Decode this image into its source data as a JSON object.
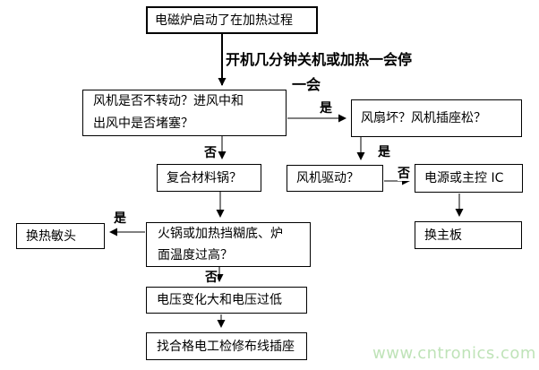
{
  "flow": {
    "nodes": {
      "start": "电磁炉启动了在加热过程",
      "fan_check": "风机是否不转动？进风中和\n出风中是否堵塞？",
      "fan_broken": "风扇坏？风机插座松？",
      "fan_drive": "风机驱动？",
      "power_ic": "电源或主控 IC",
      "composite_pot": "复合材料锅？",
      "replace_sensor": "换热敏头",
      "hotpot": "火锅或加热挡糊底、炉\n面温度过高？",
      "replace_mainboard": "换主板",
      "voltage": "电压变化大和电压过低",
      "electrician": "找合格电工检修布线插座"
    },
    "condition_note": {
      "line1": "开机几分钟关机或加热一会停",
      "line2": "一会"
    },
    "labels": {
      "yes": "是",
      "no": "否"
    }
  },
  "watermark": {
    "text": "www.cntronics.com",
    "color": "#bfe3b8"
  },
  "colors": {
    "background": "#ffffff",
    "line": "#000000",
    "box_border": "#000000"
  }
}
